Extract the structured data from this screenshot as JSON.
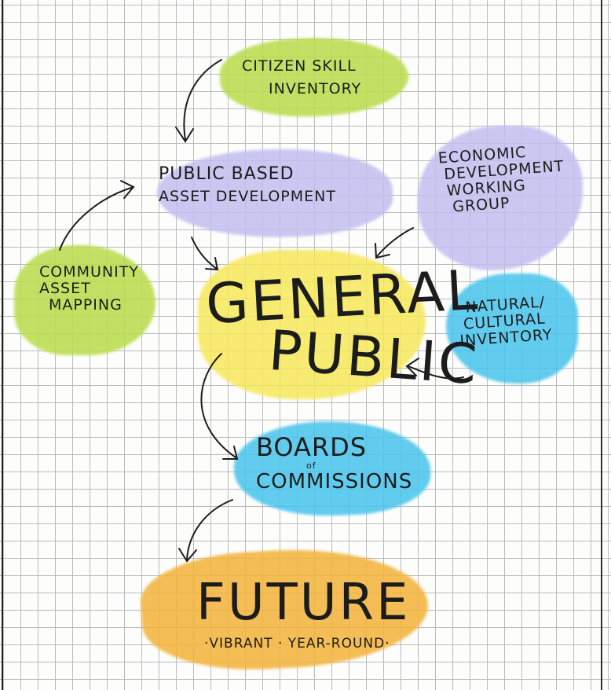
{
  "colors": {
    "green": "#b8dd4a",
    "lavender": "#c2bef0",
    "yellow": "#f6e85a",
    "blue": "#47c4ec",
    "orange": "#f3b33a",
    "ink": "#1c1c1c"
  },
  "nodes": {
    "citizen_skill_inventory": {
      "line1": "Citizen Skill",
      "line2": "Inventory"
    },
    "public_based_asset_development": {
      "line1": "Public Based",
      "line2": "Asset Development"
    },
    "economic_development_working_group": {
      "line1": "Economic",
      "line2": "Development",
      "line3": "Working",
      "line4": "Group"
    },
    "community_asset_mapping": {
      "line1": "Community",
      "line2": "Asset",
      "line3": "Mapping"
    },
    "general_public": {
      "line1": "General",
      "line2": "Public"
    },
    "natural_cultural_inventory": {
      "line1": "Natural/",
      "line2": "Cultural",
      "line3": "Inventory"
    },
    "boards_of_commissions": {
      "line1": "Boards",
      "line2": "of",
      "line3": "Commissions"
    },
    "future": {
      "line1": "Future",
      "line2": "·Vibrant · Year-Round·"
    }
  }
}
